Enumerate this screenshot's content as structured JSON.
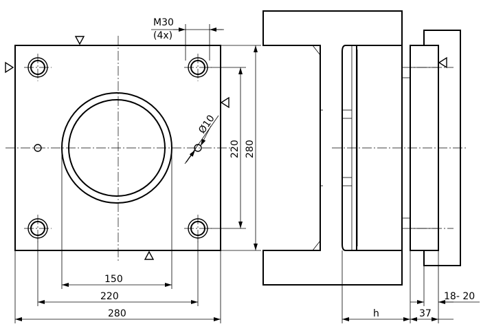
{
  "labels": {
    "thread": "M30",
    "thread_count": "(4x)",
    "dia_small": "Ø10",
    "dim_220_v": "220",
    "dim_280_v": "280",
    "dim_150": "150",
    "dim_220_h": "220",
    "dim_280_h": "280",
    "dim_h": "h",
    "dim_37": "37",
    "dim_18_20": "18- 20"
  }
}
